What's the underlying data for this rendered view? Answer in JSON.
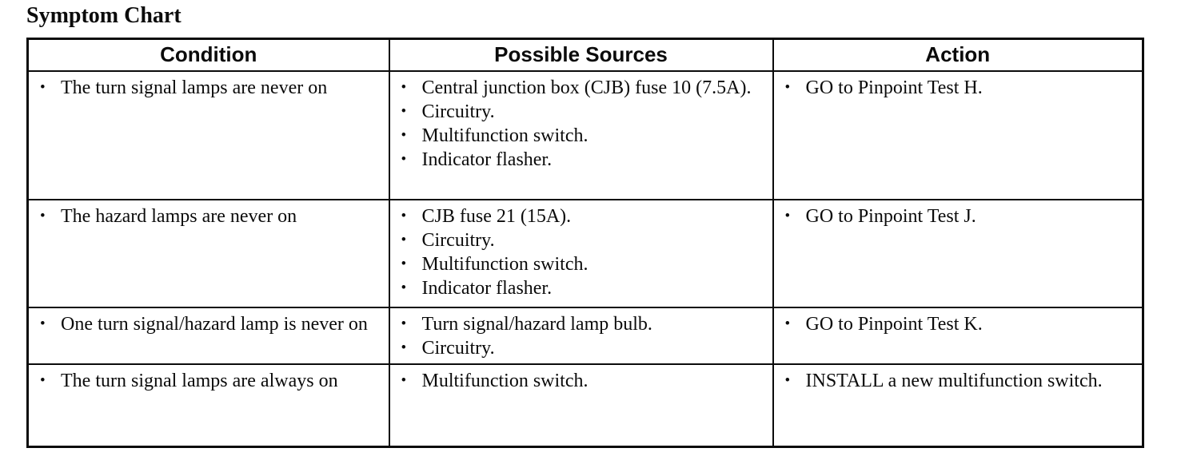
{
  "page": {
    "title": "Symptom Chart"
  },
  "table": {
    "headers": [
      "Condition",
      "Possible Sources",
      "Action"
    ],
    "rows": [
      {
        "condition": [
          "The turn signal lamps are never on"
        ],
        "sources": [
          "Central junction box (CJB) fuse 10 (7.5A).",
          "Circuitry.",
          "Multifunction switch.",
          "Indicator flasher."
        ],
        "action": [
          "GO to Pinpoint Test H."
        ]
      },
      {
        "condition": [
          "The hazard lamps are never on"
        ],
        "sources": [
          "CJB fuse 21 (15A).",
          "Circuitry.",
          "Multifunction switch.",
          "Indicator flasher."
        ],
        "action": [
          "GO to Pinpoint Test J."
        ]
      },
      {
        "condition": [
          "One turn signal/hazard lamp is never on"
        ],
        "sources": [
          "Turn signal/hazard lamp bulb.",
          "Circuitry."
        ],
        "action": [
          "GO to Pinpoint Test K."
        ]
      },
      {
        "condition": [
          "The turn signal lamps are always on"
        ],
        "sources": [
          "Multifunction switch."
        ],
        "action": [
          "INSTALL a new multifunction switch."
        ]
      }
    ],
    "bullet_glyph": "•",
    "text_color": "#0b0b0b",
    "background_color": "#ffffff"
  }
}
